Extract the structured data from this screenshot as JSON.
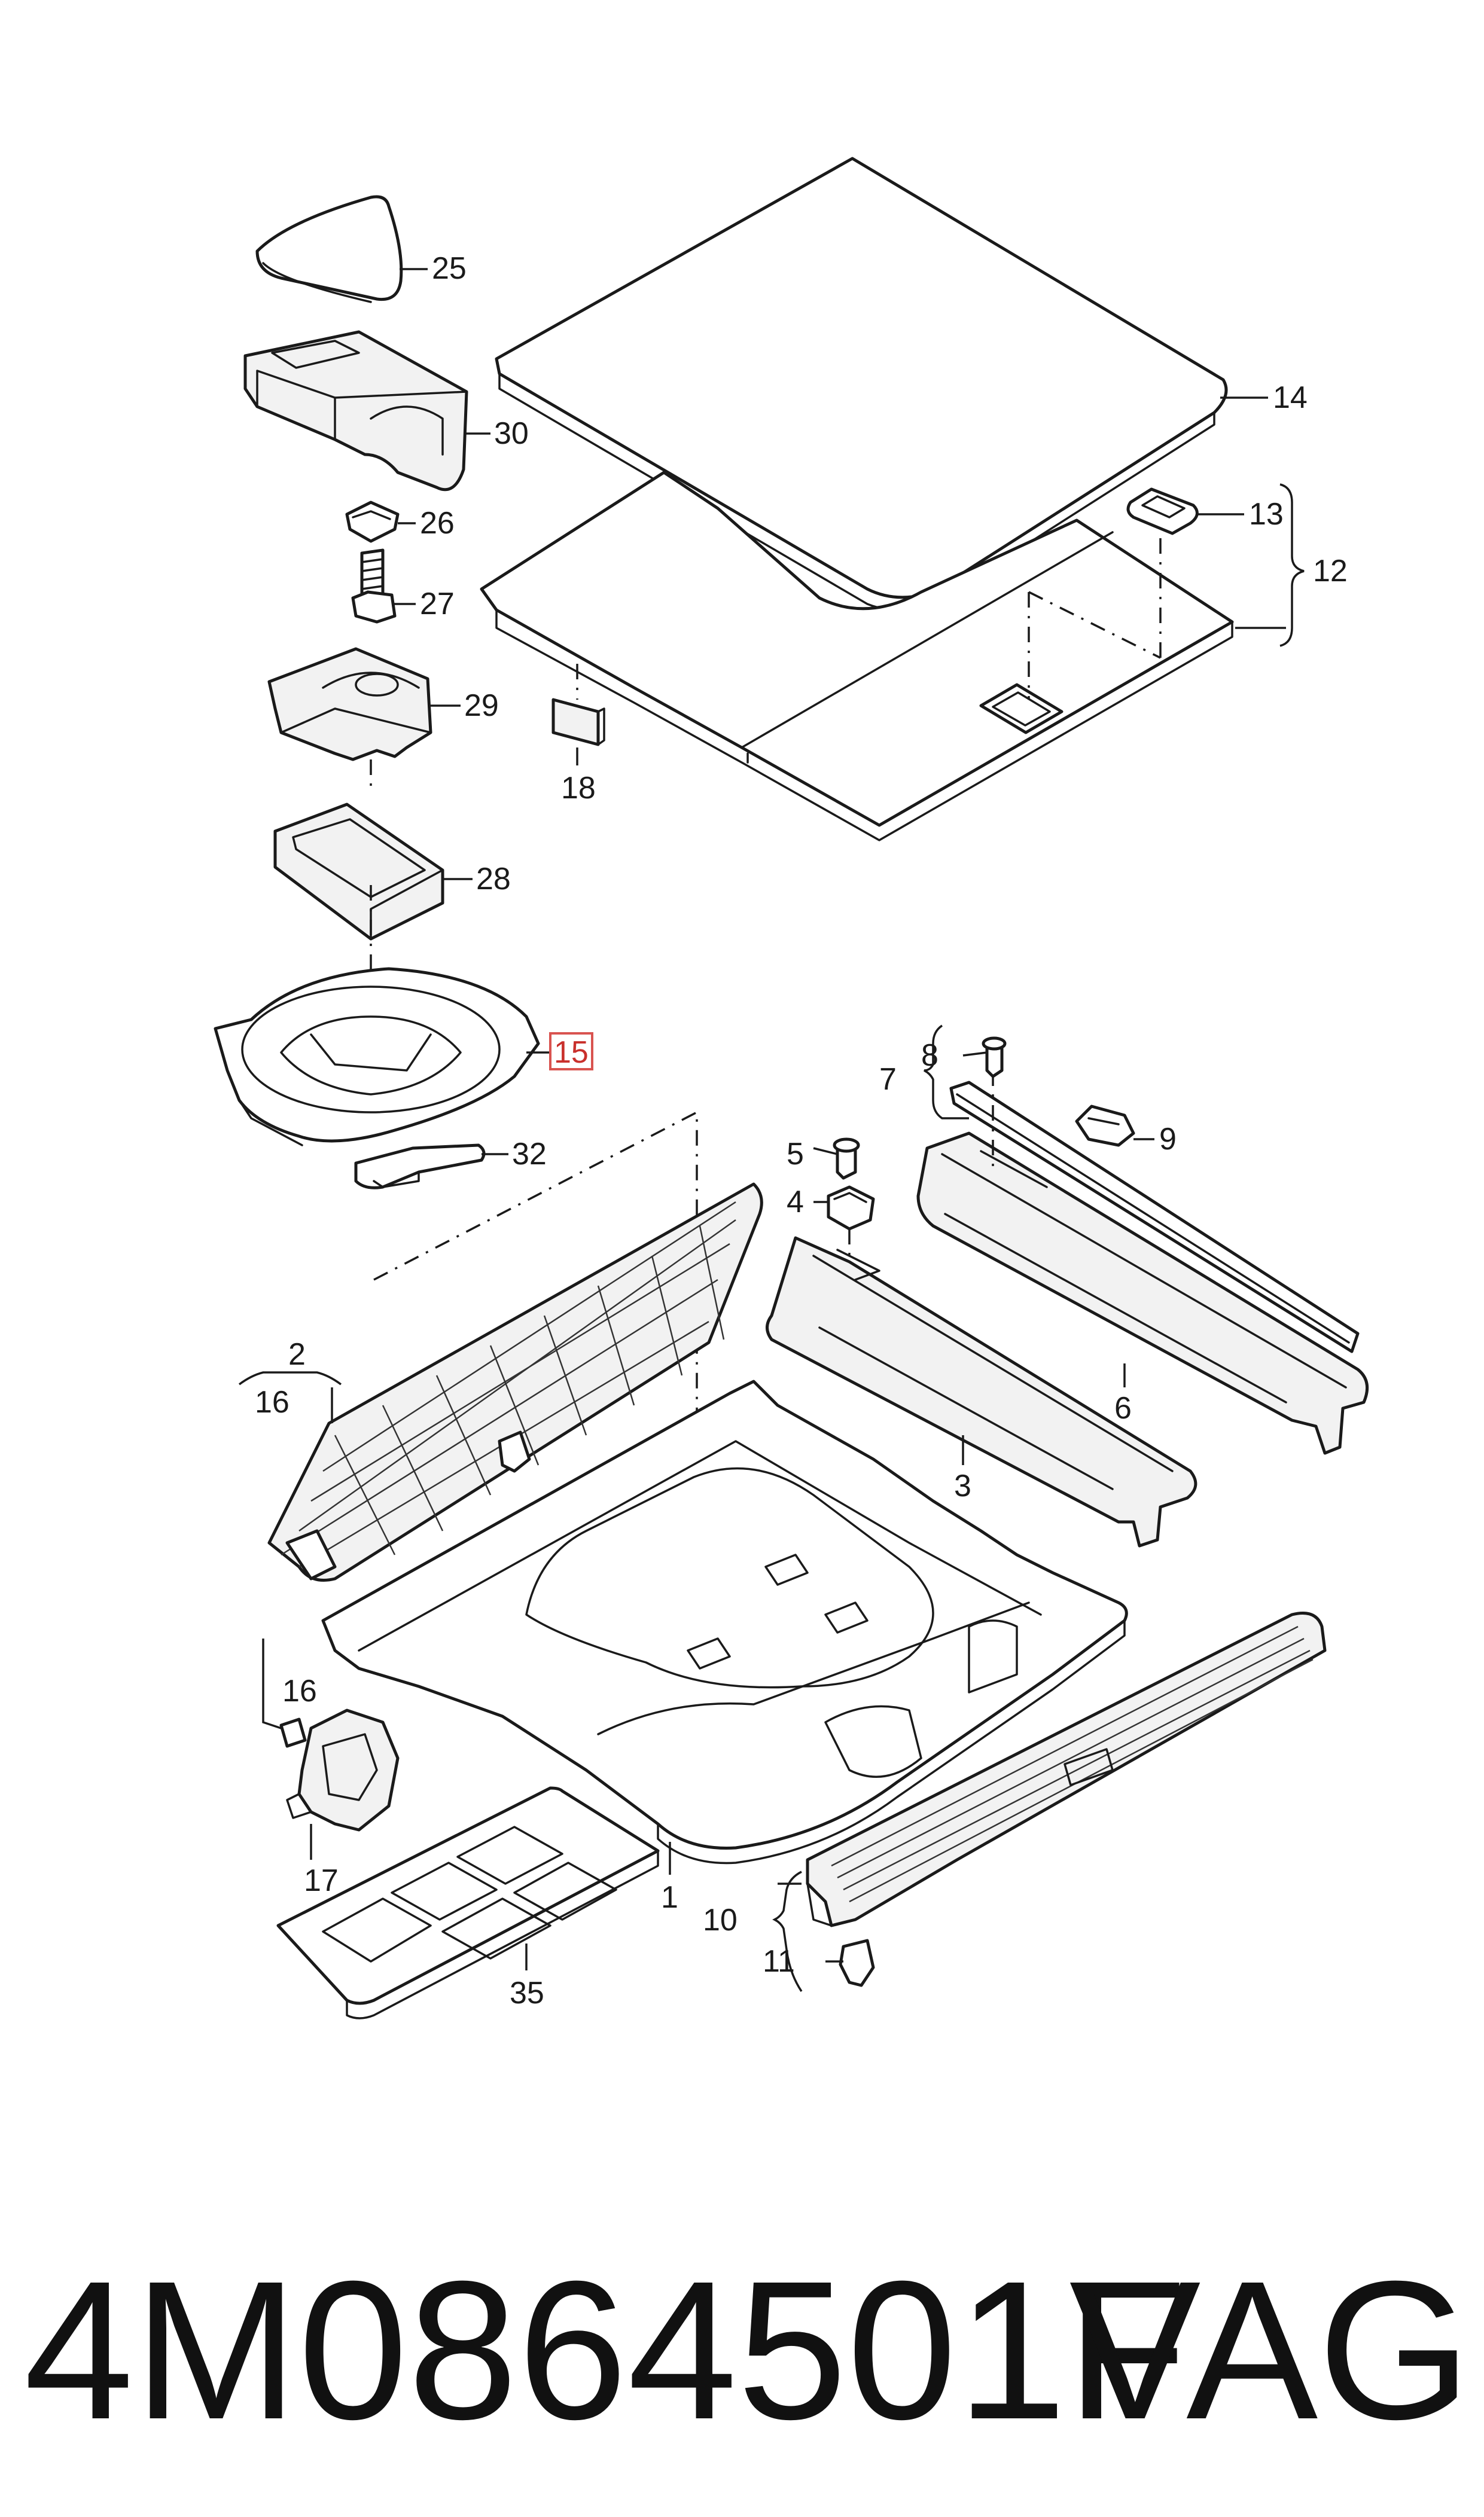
{
  "diagram": {
    "callouts": {
      "c1": "1",
      "c2": "2",
      "c3": "3",
      "c4": "4",
      "c5": "5",
      "c6": "6",
      "c7": "7",
      "c8": "8",
      "c9": "9",
      "c10": "10",
      "c11": "11",
      "c12": "12",
      "c13": "13",
      "c14": "14",
      "c15": "15",
      "c16a": "16",
      "c16b": "16",
      "c17": "17",
      "c18": "18",
      "c25": "25",
      "c26": "26",
      "c27": "27",
      "c28": "28",
      "c29": "29",
      "c30": "30",
      "c32": "32",
      "c35": "35"
    },
    "highlighted_callout": "15",
    "highlight_color": "#d9534f",
    "line_color": "#1a1a1a"
  },
  "footer": {
    "part_number": "4M0864501F",
    "brand": "VAG"
  }
}
